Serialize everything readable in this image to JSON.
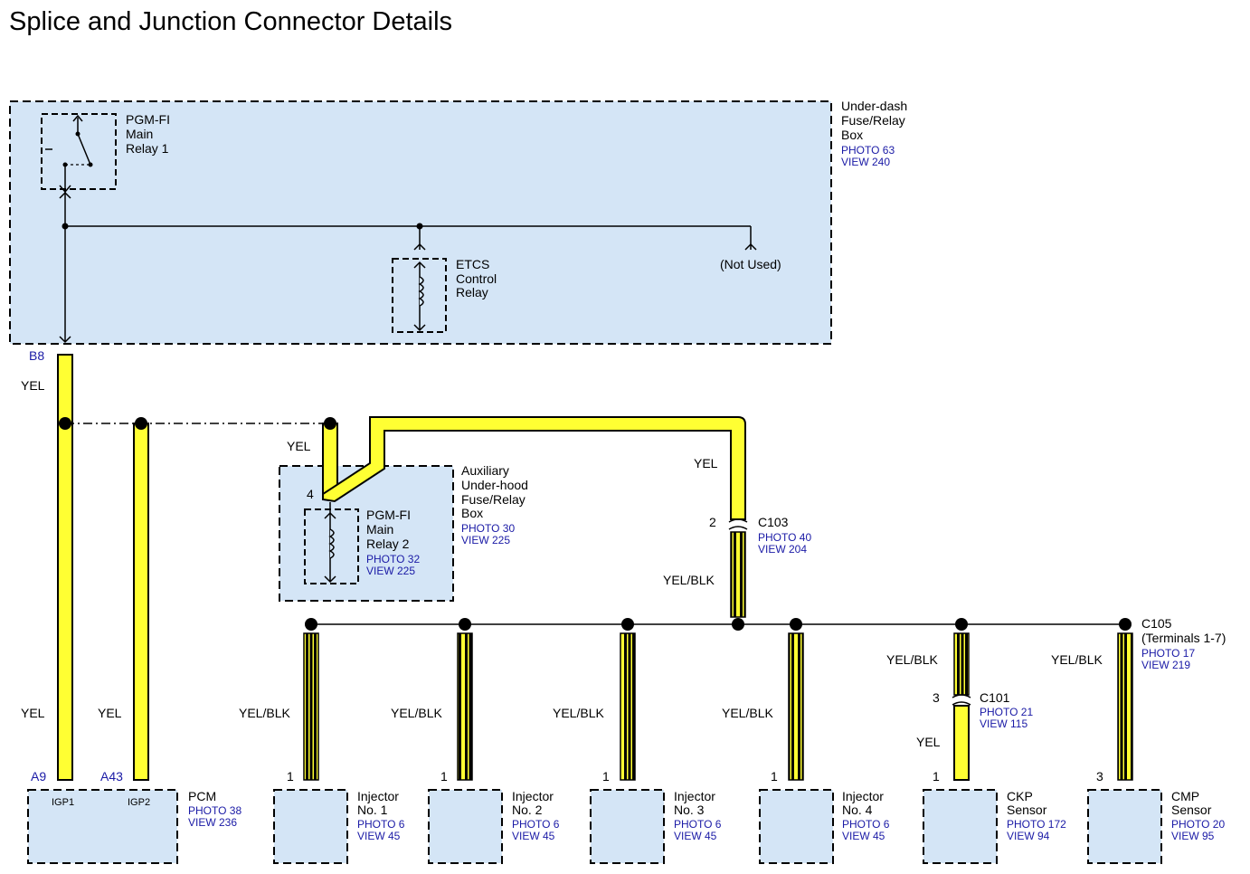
{
  "title": "Splice and Junction Connector Details",
  "underdash": {
    "name": [
      "Under-dash",
      "Fuse/Relay",
      "Box"
    ],
    "photo": "PHOTO 63",
    "view": "VIEW 240"
  },
  "main_relay1": {
    "name": [
      "PGM-FI",
      "Main",
      "Relay 1"
    ]
  },
  "etcs_relay": {
    "name": [
      "ETCS",
      "Control",
      "Relay"
    ]
  },
  "not_used": "(Not Used)",
  "aux_box": {
    "name": [
      "Auxiliary",
      "Under-hood",
      "Fuse/Relay",
      "Box"
    ],
    "photo": "PHOTO 30",
    "view": "VIEW 225"
  },
  "main_relay2": {
    "name": [
      "PGM-FI",
      "Main",
      "Relay 2"
    ],
    "photo": "PHOTO 32",
    "view": "VIEW 225",
    "pin": "4"
  },
  "pcm": {
    "name": "PCM",
    "photo": "PHOTO 38",
    "view": "VIEW 236",
    "pin1": "IGP1",
    "pin2": "IGP2"
  },
  "wires": {
    "yel": "YEL",
    "yelblk": "YEL/BLK"
  },
  "terminals": {
    "b8": "B8",
    "a9": "A9",
    "a43": "A43"
  },
  "c103": {
    "name": "C103",
    "photo": "PHOTO 40",
    "view": "VIEW 204",
    "pin": "2"
  },
  "c105": {
    "name": "C105",
    "sub": "(Terminals 1-7)",
    "photo": "PHOTO 17",
    "view": "VIEW 219"
  },
  "c101": {
    "name": "C101",
    "photo": "PHOTO 21",
    "view": "VIEW 115",
    "pin": "3"
  },
  "loads": [
    {
      "name": [
        "Injector",
        "No. 1"
      ],
      "photo": "PHOTO 6",
      "view": "VIEW 45",
      "pin": "1"
    },
    {
      "name": [
        "Injector",
        "No. 2"
      ],
      "photo": "PHOTO 6",
      "view": "VIEW 45",
      "pin": "1"
    },
    {
      "name": [
        "Injector",
        "No. 3"
      ],
      "photo": "PHOTO 6",
      "view": "VIEW 45",
      "pin": "1"
    },
    {
      "name": [
        "Injector",
        "No. 4"
      ],
      "photo": "PHOTO 6",
      "view": "VIEW 45",
      "pin": "1"
    },
    {
      "name": [
        "CKP",
        "Sensor"
      ],
      "photo": "PHOTO 172",
      "view": "VIEW 94",
      "pin": "1"
    },
    {
      "name": [
        "CMP",
        "Sensor"
      ],
      "photo": "PHOTO 20",
      "view": "VIEW 95",
      "pin": "3"
    }
  ],
  "colors": {
    "box_fill": "#d4e5f6",
    "wire_yellow": "#ffff33",
    "ref_blue": "#1a1aa6"
  }
}
